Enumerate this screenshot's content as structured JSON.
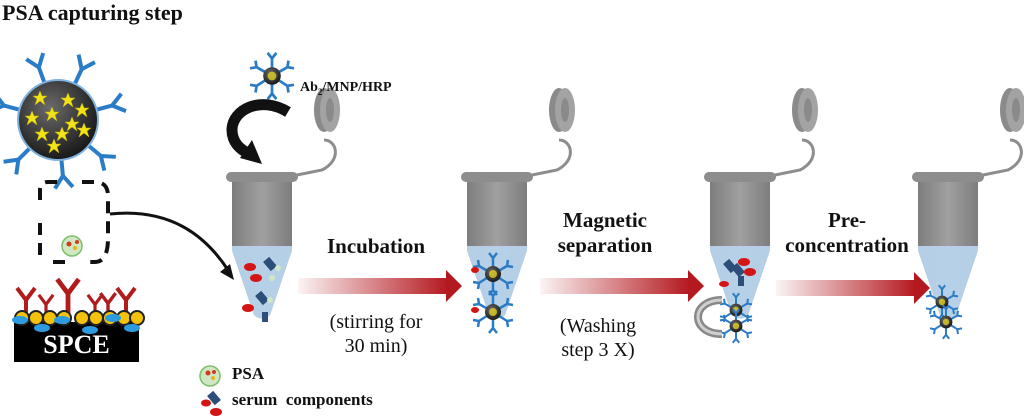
{
  "title": "PSA capturing step",
  "reagent_label": {
    "prefix": "Ab",
    "subscript": "2",
    "suffix": "/MNP/HRP"
  },
  "electrode_label": "SPCE",
  "steps": [
    {
      "label_lines": [
        "Incubation"
      ],
      "sub_lines": [
        "(stirring for",
        "30 min)"
      ]
    },
    {
      "label_lines": [
        "Magnetic",
        "separation"
      ],
      "sub_lines": [
        "(Washing",
        "step 3 X)"
      ]
    },
    {
      "label_lines": [
        "Pre-",
        "concentration"
      ],
      "sub_lines": []
    }
  ],
  "legend": [
    {
      "icon": "psa-protein-icon",
      "label": "PSA"
    },
    {
      "icon": "serum-components-icon",
      "label": "serum  components"
    }
  ],
  "colors": {
    "antibody_blue": "#2a7cc7",
    "antibody_red": "#b01c1c",
    "tube_gray": "#8d8d8d",
    "liquid_blue": "#b7d3ec",
    "arrow_red": "#b3191f",
    "star_yellow": "#f2e21a",
    "gold_np": "#f4c20d"
  }
}
